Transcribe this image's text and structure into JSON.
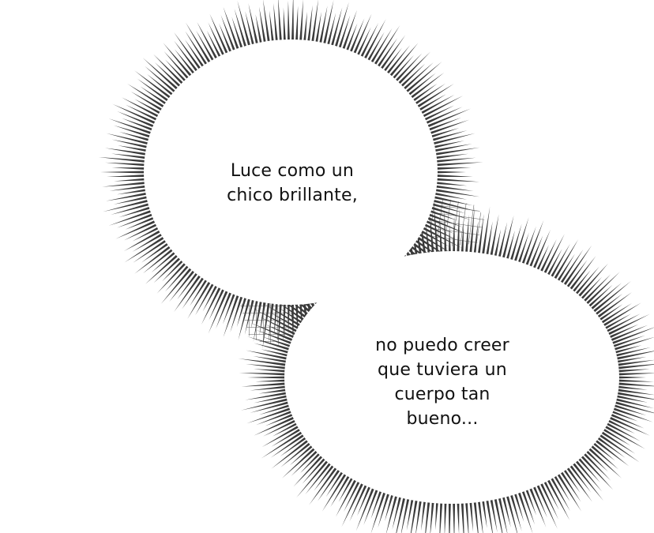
{
  "panel": {
    "background": "#ffffff",
    "ray_color": "#3a3a3a"
  },
  "bubbles": [
    {
      "lines": [
        "Luce como un",
        "chico brillante,"
      ]
    },
    {
      "lines": [
        "no puedo creer",
        "que tuviera un",
        "cuerpo tan",
        "bueno..."
      ]
    }
  ]
}
